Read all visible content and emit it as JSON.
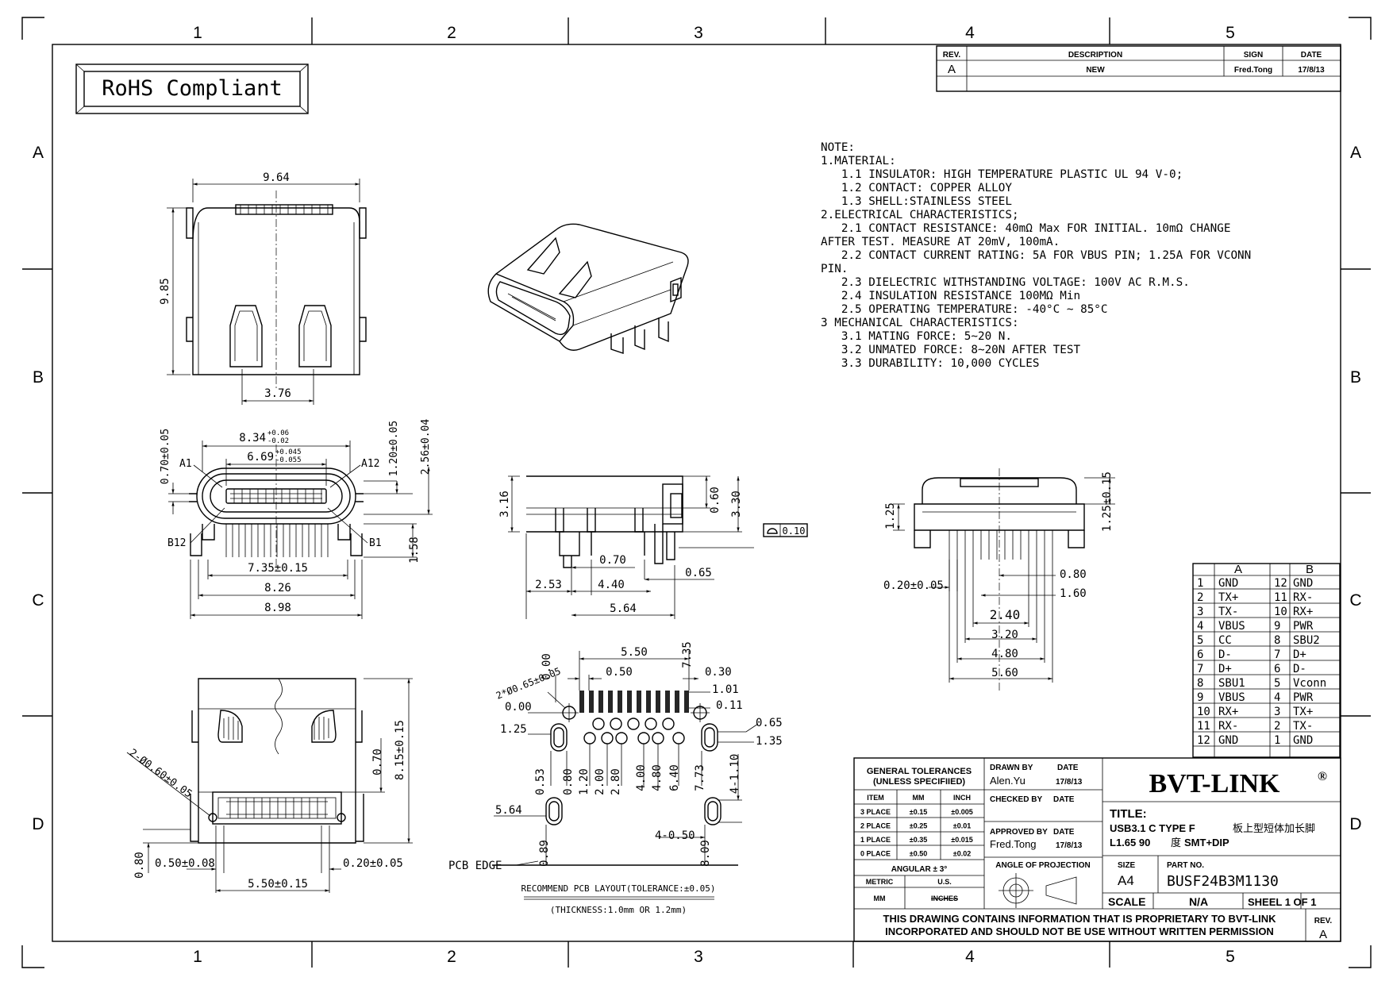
{
  "zones": {
    "columns": [
      "1",
      "2",
      "3",
      "4",
      "5"
    ],
    "rows": [
      "A",
      "B",
      "C",
      "D"
    ]
  },
  "rohs": "RoHS Compliant",
  "revision_table": {
    "headers": [
      "REV.",
      "DESCRIPTION",
      "SIGN",
      "DATE"
    ],
    "rows": [
      [
        "A",
        "NEW",
        "Fred.Tong",
        "17/8/13"
      ]
    ]
  },
  "notes": [
    "NOTE:",
    "1.MATERIAL:",
    "   1.1 INSULATOR: HIGH TEMPERATURE PLASTIC UL 94 V-0;",
    "   1.2 CONTACT: COPPER ALLOY",
    "   1.3 SHELL:STAINLESS STEEL",
    "2.ELECTRICAL CHARACTERISTICS;",
    "   2.1 CONTACT RESISTANCE: 40mΩ Max FOR INITIAL. 10mΩ CHANGE",
    "AFTER TEST. MEASURE AT 20mV, 100mA.",
    "   2.2 CONTACT CURRENT RATING: 5A FOR VBUS PIN; 1.25A FOR VCONN",
    "PIN.",
    "   2.3 DIELECTRIC WITHSTANDING VOLTAGE: 100V AC R.M.S.",
    "   2.4 INSULATION RESISTANCE 100MΩ Min",
    "   2.5 OPERATING TEMPERATURE: -40°C ~ 85°C",
    "3 MECHANICAL CHARACTERISTICS:",
    "   3.1 MATING FORCE: 5~20 N.",
    "   3.2 UNMATED FORCE: 8~20N AFTER TEST",
    "   3.3 DURABILITY: 10,000 CYCLES"
  ],
  "dims": {
    "top_width": "9.64",
    "top_height": "9.85",
    "top_latch": "3.76",
    "front_834": "8.34",
    "front_834_tol_up": "+0.06",
    "front_834_tol_dn": "-0.02",
    "front_669": "6.69",
    "front_669_tol_up": "+0.045",
    "front_669_tol_dn": "-0.055",
    "front_070": "0.70±0.05",
    "front_120": "1.20±0.05",
    "front_256": "2.56±0.04",
    "front_158": "1.58",
    "front_735": "7.35±0.15",
    "front_826": "8.26",
    "front_898": "8.98",
    "label_a1": "A1",
    "label_a12": "A12",
    "label_b12": "B12",
    "label_b1": "B1",
    "side_316": "3.16",
    "side_060": "0.60",
    "side_330": "3.30",
    "side_flat": "0.10",
    "side_070": "0.70",
    "side_065": "0.65",
    "side_253": "2.53",
    "side_440": "4.40",
    "side_564": "5.64",
    "rear_125": "1.25",
    "rear_125tol": "1.25±0.15",
    "rear_020": "0.20±0.05",
    "rear_080": "0.80",
    "rear_160": "1.60",
    "rear_240": "2.40",
    "rear_320": "3.20",
    "rear_480": "4.80",
    "rear_560": "5.60",
    "bot_hole": "2-Ø0.60±0.05",
    "bot_815": "8.15±0.15",
    "bot_070": "0.70",
    "bot_080": "0.80",
    "bot_050": "0.50±0.08",
    "bot_020": "0.20±0.05",
    "bot_550": "5.50±0.15",
    "pcb_550": "5.50",
    "pcb_050": "0.50",
    "pcb_735": "7.35",
    "pcb_030": "0.30",
    "pcb_101": "1.01",
    "pcb_011": "0.11",
    "pcb_000a": "0.00",
    "pcb_000b": "0.00",
    "pcb_065": "0.65",
    "pcb_125": "1.25",
    "pcb_135": "1.35",
    "pcb_hole": "2*Ø0.65±0.05",
    "pcb_053": "0.53",
    "pcb_080": "0.80",
    "pcb_120": "1.20",
    "pcb_200": "2.00",
    "pcb_280": "2.80",
    "pcb_400": "4.00",
    "pcb_480": "4.80",
    "pcb_640": "6.40",
    "pcb_773": "7.73",
    "pcb_4110": "4-1.10",
    "pcb_564": "5.64",
    "pcb_4050": "4-0.50",
    "pcb_089": "0.89",
    "pcb_809": "8.09",
    "pcb_edge": "PCB EDGE",
    "pcb_title": "RECOMMEND PCB LAYOUT(TOLERANCE:±0.05)",
    "pcb_thick": "(THICKNESS:1.0mm OR 1.2mm)"
  },
  "pin_table": {
    "headers": [
      "A",
      "B"
    ],
    "rows": [
      [
        "1",
        "GND",
        "12",
        "GND"
      ],
      [
        "2",
        "TX+",
        "11",
        "RX-"
      ],
      [
        "3",
        "TX-",
        "10",
        "RX+"
      ],
      [
        "4",
        "VBUS",
        "9",
        "PWR"
      ],
      [
        "5",
        "CC",
        "8",
        "SBU2"
      ],
      [
        "6",
        "D-",
        "7",
        "D+"
      ],
      [
        "7",
        "D+",
        "6",
        "D-"
      ],
      [
        "8",
        "SBU1",
        "5",
        "Vconn"
      ],
      [
        "9",
        "VBUS",
        "4",
        "PWR"
      ],
      [
        "10",
        "RX+",
        "3",
        "TX+"
      ],
      [
        "11",
        "RX-",
        "2",
        "TX-"
      ],
      [
        "12",
        "GND",
        "1",
        "GND"
      ]
    ]
  },
  "title_block": {
    "tolerances_title_1": "GENERAL TOLERANCES",
    "tolerances_title_2": "(UNLESS SPECIFIIED)",
    "tol_headers": [
      "ITEM",
      "MM",
      "INCH"
    ],
    "tol_rows": [
      [
        "3 PLACE",
        "±0.15",
        "±0.005"
      ],
      [
        "2 PLACE",
        "±0.25",
        "±0.01"
      ],
      [
        "1 PLACE",
        "±0.35",
        "±0.015"
      ],
      [
        "0 PLACE",
        "±0.50",
        "±0.02"
      ]
    ],
    "angular": "ANGULAR ± 3°",
    "metric": "METRIC",
    "us": "U.S.",
    "mm": "MM",
    "inches": "INCHES",
    "drawn_by_label": "DRAWN BY",
    "drawn_by": "Alen.Yu",
    "date_label": "DATE",
    "drawn_date": "17/8/13",
    "checked_by_label": "CHECKED BY",
    "checked_date_label": "DATE",
    "approved_by_label": "APPROVED BY",
    "approved_date_label": "DATE",
    "approved_by": "Fred.Tong",
    "approved_date": "17/8/13",
    "projection_label": "ANGLE OF PROJECTION",
    "company": "BVT-LINK",
    "registered": "®",
    "title_label": "TITLE:",
    "title_line1_a": "USB3.1 C TYPE F",
    "title_line1_b": "板上型短体加长脚",
    "title_line2_a": "L1.65 90",
    "title_line2_b": "度",
    "title_line2_c": "SMT+DIP",
    "size_label": "SIZE",
    "size": "A4",
    "part_no_label": "PART NO.",
    "part_no": "BUSF24B3M1130",
    "scale_label": "SCALE",
    "scale": "N/A",
    "sheet": "SHEEL 1 OF 1",
    "notice_1": "THIS DRAWING CONTAINS INFORMATION THAT IS PROPRIETARY TO BVT-LINK",
    "notice_2": "INCORPORATED AND SHOULD NOT BE USE WITHOUT WRITTEN PERMISSION",
    "rev_label": "REV.",
    "rev": "A"
  }
}
